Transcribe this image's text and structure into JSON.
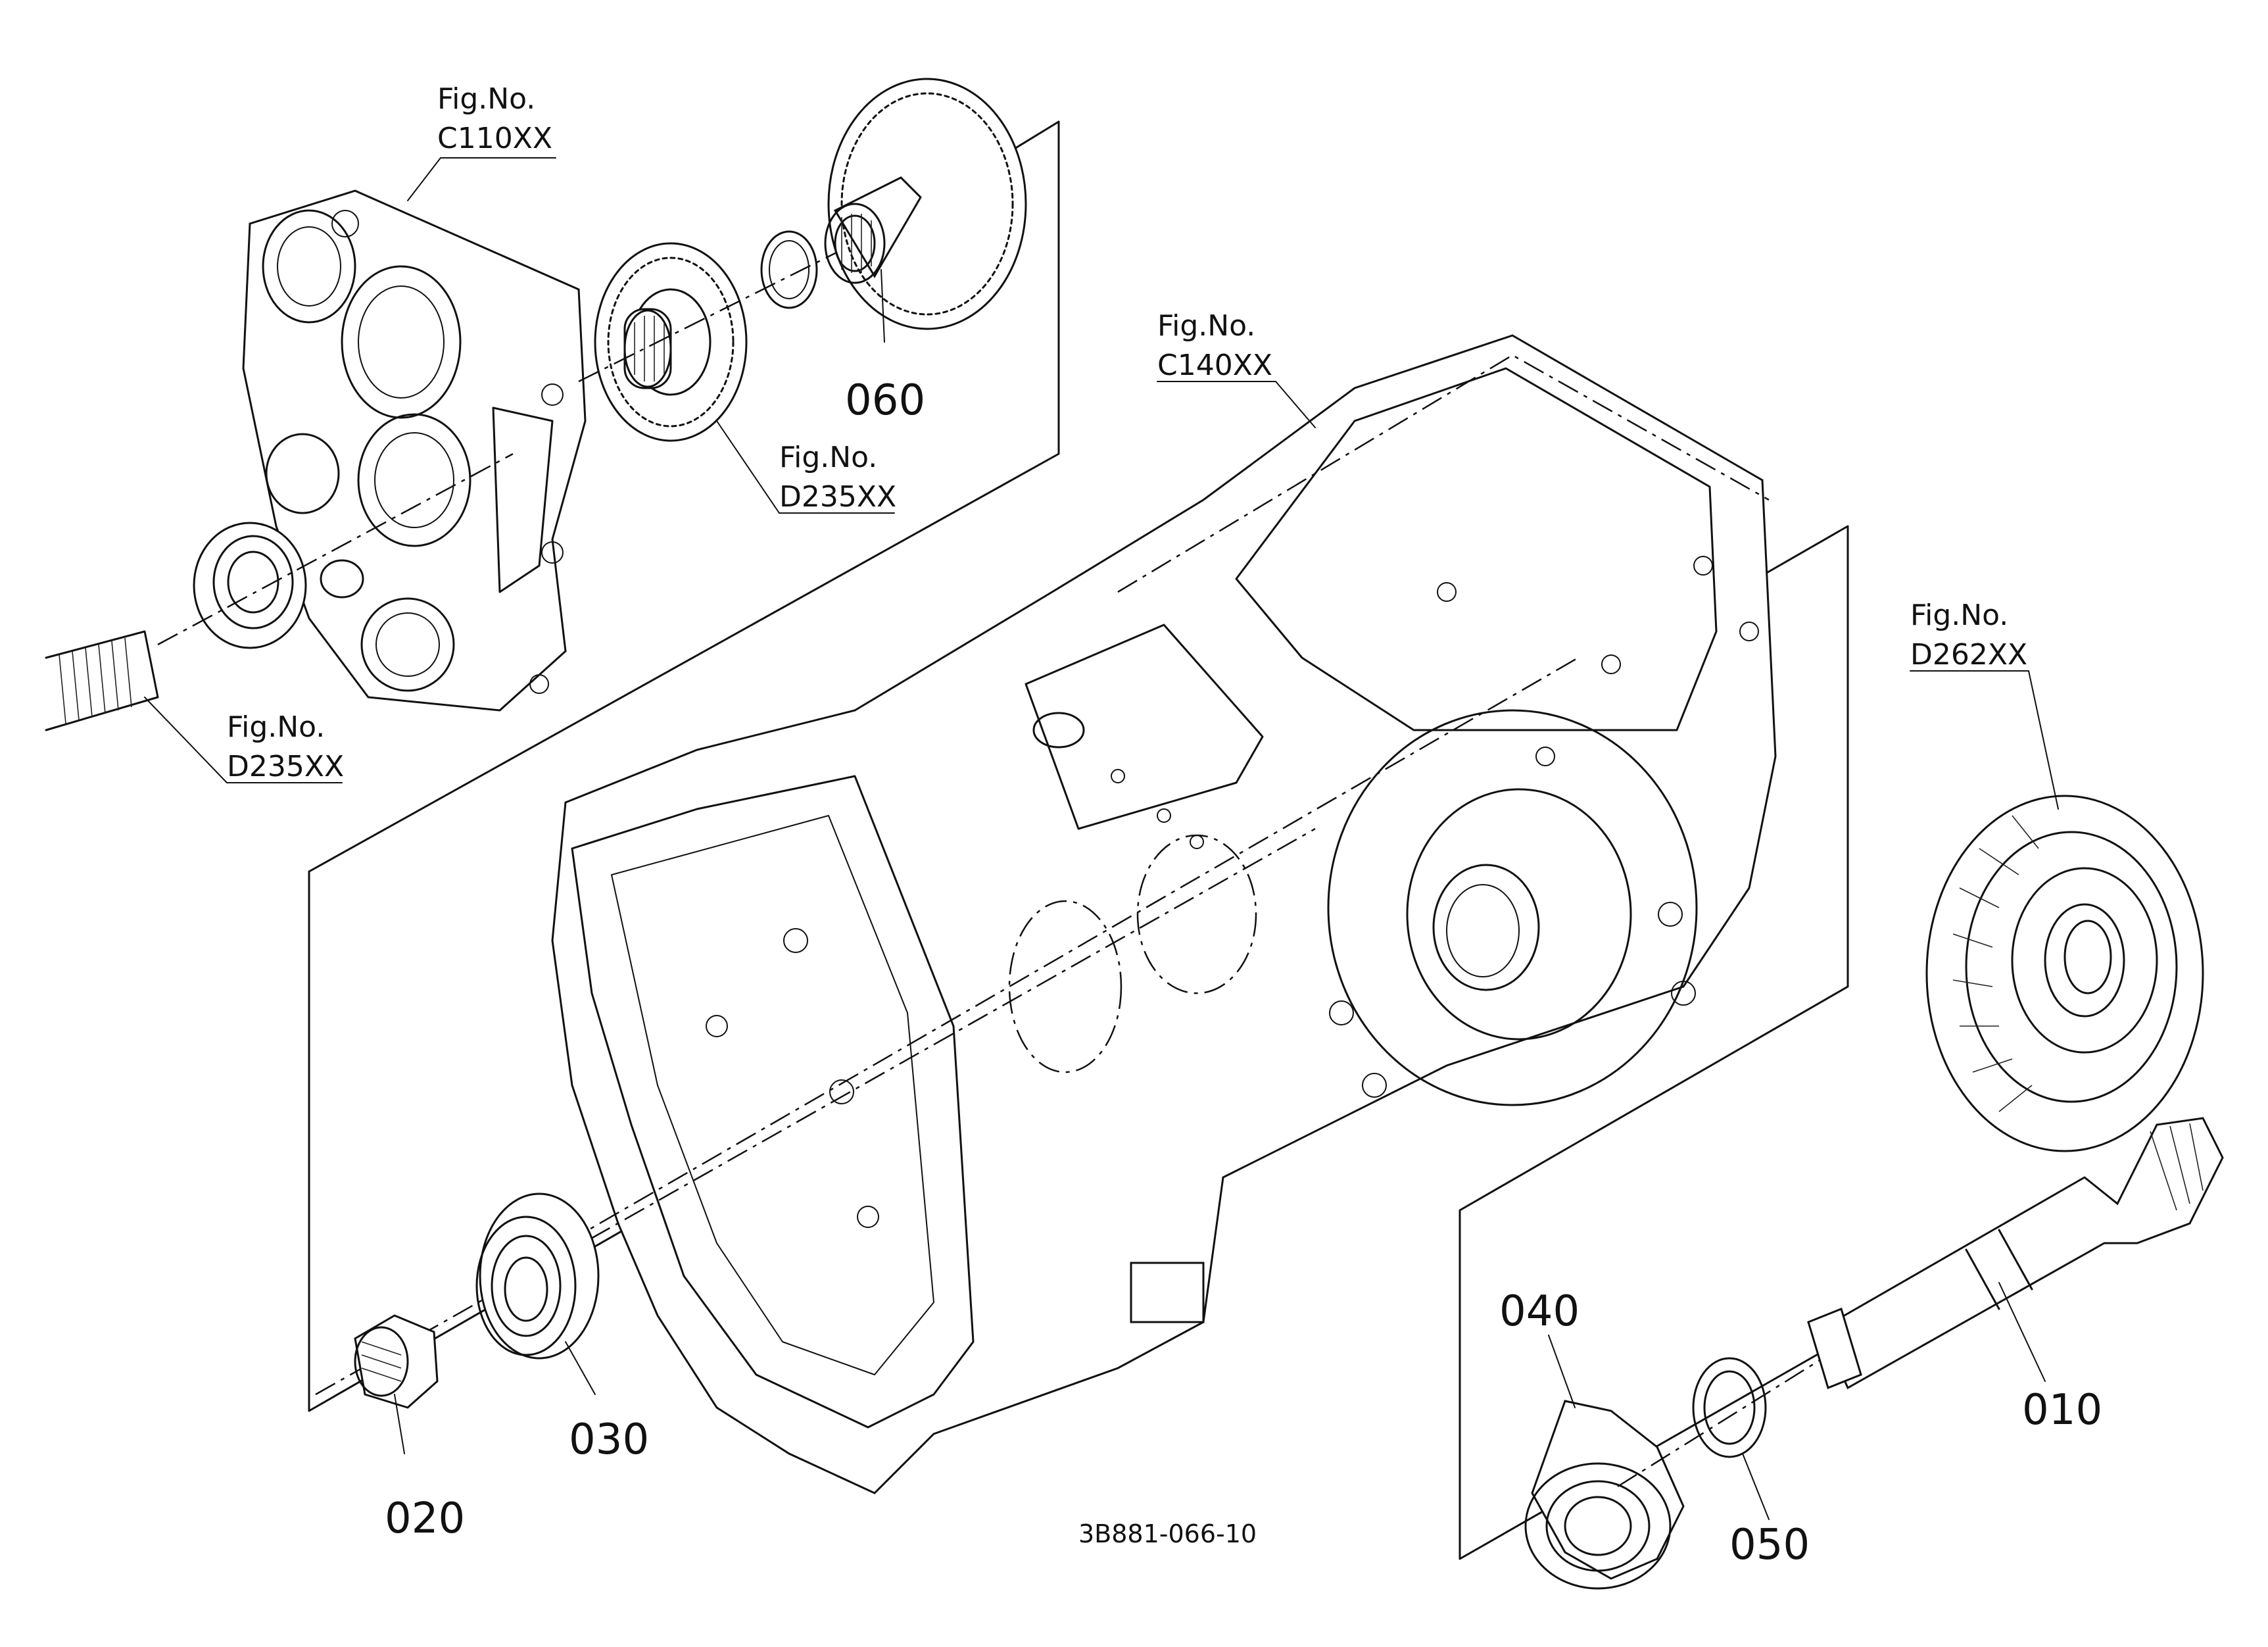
{
  "figure_refs": [
    {
      "prefix": "Fig.No.",
      "code": "C110XX"
    },
    {
      "prefix": "Fig.No.",
      "code": "D235XX"
    },
    {
      "prefix": "Fig.No.",
      "code": "D235XX"
    },
    {
      "prefix": "Fig.No.",
      "code": "C140XX"
    },
    {
      "prefix": "Fig.No.",
      "code": "D262XX"
    }
  ],
  "parts": [
    "060",
    "020",
    "030",
    "040",
    "050",
    "010"
  ],
  "drawing_code": "3B881-066-10"
}
